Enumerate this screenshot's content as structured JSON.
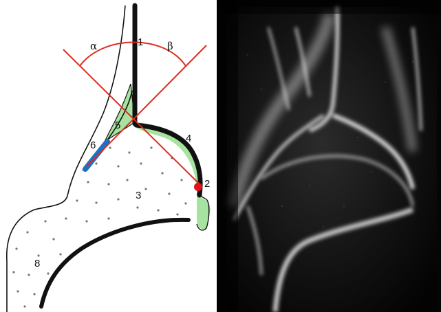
{
  "labels": {
    "alpha": "α",
    "beta": "β",
    "n1": "1",
    "n2": "2",
    "n3": "3",
    "n4": "4",
    "n5": "5",
    "n6": "6",
    "n8": "8"
  },
  "colors": {
    "angle_lines": "#e02a1f",
    "cartilage_green": "#a6e3a1",
    "blue_segment": "#1f6fc4",
    "red_point": "#e3131b",
    "stroke": "#111111",
    "dots": "#777777",
    "ultrasound_bg": "#050505"
  },
  "panels": {
    "left": "schematic drawing",
    "right": "ultrasound image"
  }
}
